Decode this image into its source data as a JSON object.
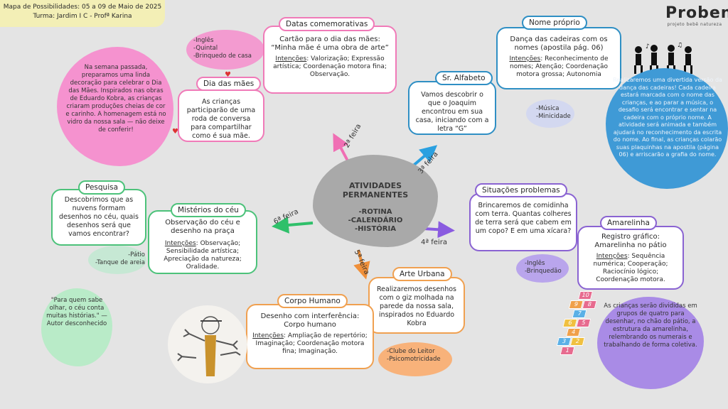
{
  "header": {
    "line1": "Mapa de Possibilidades: 05 a 09 de Maio de 2025",
    "line2": "Turma: Jardim I C - Profª Karina"
  },
  "brand": {
    "logo": "Proben",
    "sub": "projeto bebê natureza"
  },
  "center": {
    "title_line1": "ATIVIDADES",
    "title_line2": "PERMANENTES",
    "items": [
      "-ROTINA",
      "-CALENDÁRIO",
      "-HISTÓRIA"
    ]
  },
  "days": {
    "d2": "2ª feira",
    "d3": "3ª feira",
    "d4": "4ª feira",
    "d5": "5ª feira",
    "d6": "6ª feira"
  },
  "colors": {
    "pink": "#f08cc4",
    "blue": "#2f8fc4",
    "purple": "#8a63d2",
    "orange": "#f0a050",
    "green": "#4cc27a",
    "lavender": "#b39ce6"
  },
  "dia_maes": {
    "title": "Dia das mães",
    "text": "As crianças participarão de uma roda de conversa para compartilhar como é sua mãe.",
    "side_note": "Na semana passada, preparamos uma linda decoração para celebrar o Dia das Mães. Inspirados nas obras de Eduardo Kobra, as crianças criaram produções cheias de cor e carinho. A homenagem está no vidro da nossa sala — não deixe de conferir!",
    "list": [
      "-Inglês",
      "-Quintal",
      "-Brinquedo de casa"
    ]
  },
  "datas": {
    "title": "Datas comemorativas",
    "text": "Cartão para o dia das mães: “Minha mãe é uma obra de arte”",
    "intent_label": "Intenções",
    "intent_text": ": Valorização; Expressão artística; Coordenação motora fina; Observação."
  },
  "alfabeto": {
    "title": "Sr. Alfabeto",
    "text": "Vamos descobrir o que o Joaquim encontrou em sua casa, iniciando com a letra “G”",
    "list": [
      "-Música",
      "-Minicidade"
    ]
  },
  "nome": {
    "title": "Nome próprio",
    "text": "Dança das cadeiras com os nomes (apostila pág. 06)",
    "intent_label": "Intenções",
    "intent_text": ": Reconhecimento de nomes; Atenção; Coordenação motora grossa; Autonomia",
    "side_note": "Realizaremos uma divertida versão da dança das cadeiras! Cada cadeira estará marcada com o nome das crianças, e ao parar a música, o desafio será encontrar e sentar na cadeira com o próprio nome. A atividade será animada e também ajudará no reconhecimento da escrita do nome. Ao final, as crianças colarão suas plaquinhas na apostila (página 06) e arriscarão a grafia do nome."
  },
  "situacoes": {
    "title": "Situações problemas",
    "text": "Brincaremos de comidinha com terra. Quantas colheres de terra será que cabem em um copo? E em uma xícara?",
    "list": [
      "-Inglês",
      "-Brinquedão"
    ]
  },
  "amarelinha": {
    "title": "Amarelinha",
    "text": "Registro gráfico: Amarelinha no pátio",
    "intent_label": "Intenções",
    "intent_text": ": Sequência numérica; Cooperação; Raciocínio lógico; Coordenação motora.",
    "side_note": "As crianças serão divididas em grupos de quatro para desenhar, no chão do pátio, a estrutura da amarelinha, relembrando os numerais e trabalhando de forma coletiva.",
    "hop_numbers": [
      "10",
      "9",
      "8",
      "7",
      "6",
      "5",
      "4",
      "3",
      "2",
      "1"
    ]
  },
  "arte": {
    "title": "Arte Urbana",
    "text": "Realizaremos desenhos com o giz molhada na parede da nossa sala, inspirados no Eduardo Kobra",
    "list": [
      "-Clube do Leitor",
      "-Psicomotricidade"
    ]
  },
  "corpo": {
    "title": "Corpo Humano",
    "text": "Desenho com interferência: Corpo humano",
    "intent_label": "Intenções",
    "intent_text": ": Ampliação de repertório; Imaginação; Coordenação motora fina; Imaginação."
  },
  "misterios": {
    "title": "Mistérios do céu",
    "text": "Observação do céu e desenho na praça",
    "intent_label": "Intenções",
    "intent_text": ": Observação; Sensibilidade artística; Apreciação da natureza; Oralidade.",
    "list": [
      "-Pátio",
      "-Tanque de areia"
    ]
  },
  "pesquisa": {
    "title": "Pesquisa",
    "text": "Descobrimos que as nuvens formam desenhos no céu, quais desenhos será que vamos encontrar?",
    "quote": "\"Para quem sabe olhar, o céu conta muitas histórias.\" — Autor desconhecido"
  }
}
